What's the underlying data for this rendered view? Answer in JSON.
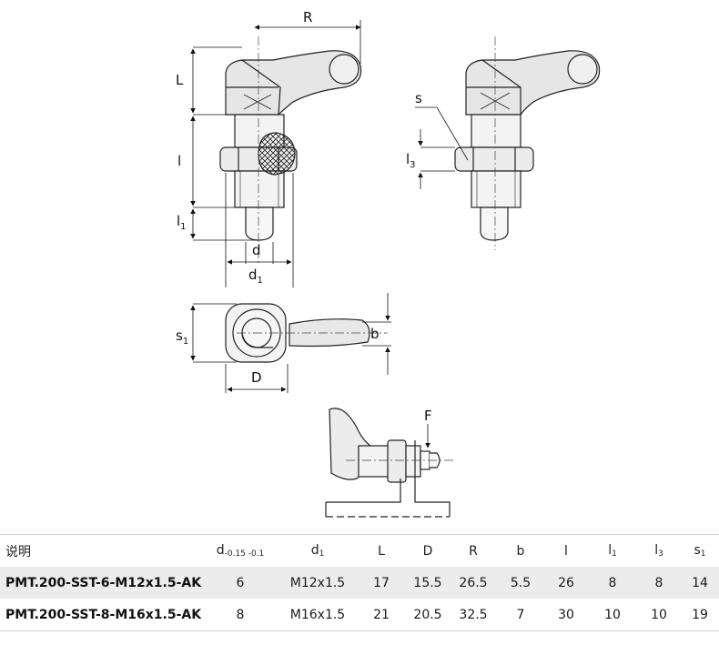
{
  "drawing": {
    "dimension_labels": {
      "R": "R",
      "L": "L",
      "l": "l",
      "l1": "l",
      "l1_sub": "1",
      "d": "d",
      "d1": "d",
      "d1_sub": "1",
      "s": "s",
      "l3": "l",
      "l3_sub": "3",
      "s1": "s",
      "s1_sub": "1",
      "b": "b",
      "D": "D",
      "F": "F"
    }
  },
  "table": {
    "headers": {
      "description": "说明",
      "d": "d",
      "d_sub": "-0.15 -0.1",
      "d1": "d",
      "d1_sub": "1",
      "L": "L",
      "D": "D",
      "R": "R",
      "b": "b",
      "l": "l",
      "l1": "l",
      "l1_sub": "1",
      "l3": "l",
      "l3_sub": "3",
      "s1": "s",
      "s1_sub": "1"
    },
    "rows": [
      {
        "description": "PMT.200-SST-6-M12x1.5-AK",
        "d": "6",
        "d1": "M12x1.5",
        "L": "17",
        "D": "15.5",
        "R": "26.5",
        "b": "5.5",
        "l": "26",
        "l1": "8",
        "l3": "8",
        "s1": "14"
      },
      {
        "description": "PMT.200-SST-8-M16x1.5-AK",
        "d": "8",
        "d1": "M16x1.5",
        "L": "21",
        "D": "20.5",
        "R": "32.5",
        "b": "7",
        "l": "30",
        "l1": "10",
        "l3": "10",
        "s1": "19"
      }
    ]
  }
}
